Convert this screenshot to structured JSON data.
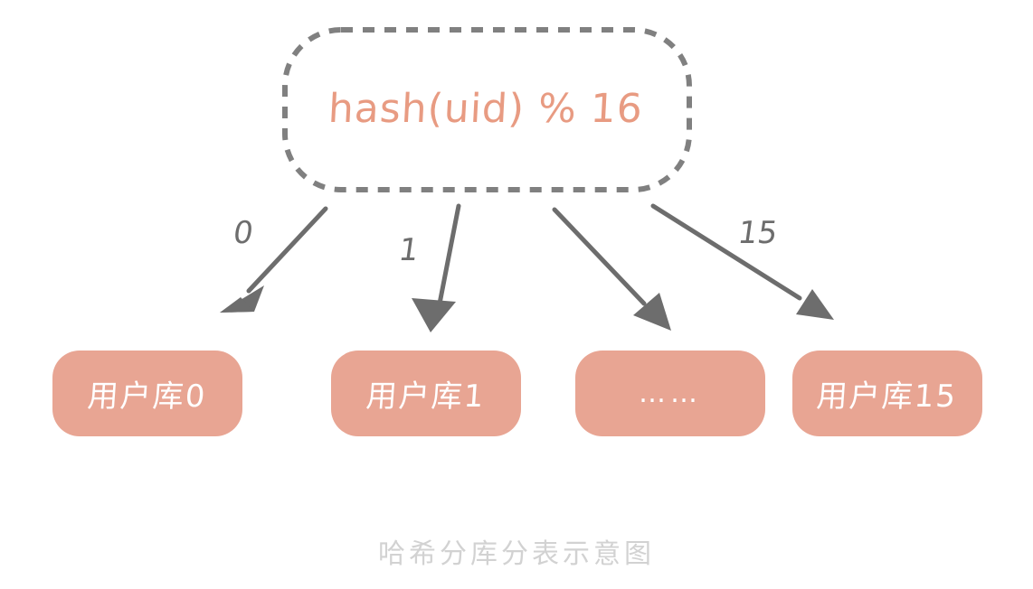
{
  "diagram": {
    "caption": "哈希分库分表示意图",
    "colors": {
      "box_fill": "#e8a593",
      "box_text": "#ffffff",
      "hash_text": "#e89b82",
      "dashed_border": "#808080",
      "arrow": "#6d6d6d",
      "caption_text": "#d2d2d2",
      "background": "#ffffff"
    },
    "hash_node": {
      "label": "hash(uid) % 16",
      "shape": "dashed-rounded-rectangle"
    },
    "arrows": [
      {
        "label": "0",
        "from": "hash(uid) % 16",
        "to": "用户库0"
      },
      {
        "label": "1",
        "from": "hash(uid) % 16",
        "to": "用户库1"
      },
      {
        "label": "",
        "from": "hash(uid) % 16",
        "to": "……"
      },
      {
        "label": "15",
        "from": "hash(uid) % 16",
        "to": "用户库15"
      }
    ],
    "databases": [
      {
        "label": "用户库0"
      },
      {
        "label": "用户库1"
      },
      {
        "label": "……"
      },
      {
        "label": "用户库15"
      }
    ]
  }
}
